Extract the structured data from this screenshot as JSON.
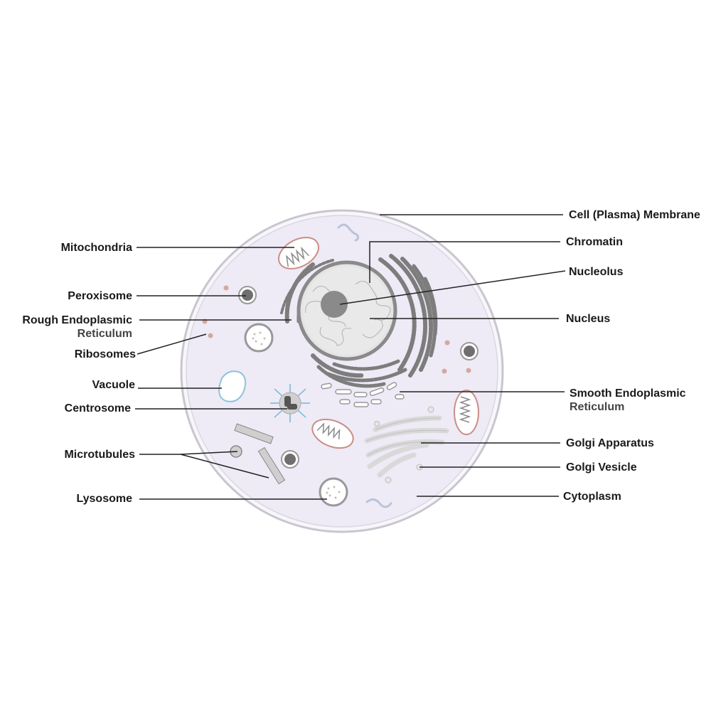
{
  "labels": {
    "mitochondria": "Mitochondria",
    "peroxisome": "Peroxisome",
    "rough_er_1": "Rough Endoplasmic",
    "rough_er_2": "Reticulum",
    "ribosomes": "Ribosomes",
    "vacuole": "Vacuole",
    "centrosome": "Centrosome",
    "microtubules": "Microtubules",
    "lysosome": "Lysosome",
    "cell_membrane": "Cell (Plasma) Membrane",
    "chromatin": "Chromatin",
    "nucleolus": "Nucleolus",
    "nucleus": "Nucleus",
    "smooth_er_1": "Smooth Endoplasmic",
    "smooth_er_2": "Reticulum",
    "golgi_apparatus": "Golgi Apparatus",
    "golgi_vesicle": "Golgi Vesicle",
    "cytoplasm": "Cytoplasm"
  },
  "colors": {
    "cytoplasm_fill": "#eeeaf6",
    "membrane_stroke": "#c9c6cf",
    "organelle_gray": "#8a8a8a",
    "organelle_light": "#d9d9d9",
    "leader_line": "#222222",
    "ribosome_dot": "#d4a8a0",
    "vacuole_stroke": "#8fc3dc",
    "centrosome_ray": "#6fb9d6"
  }
}
